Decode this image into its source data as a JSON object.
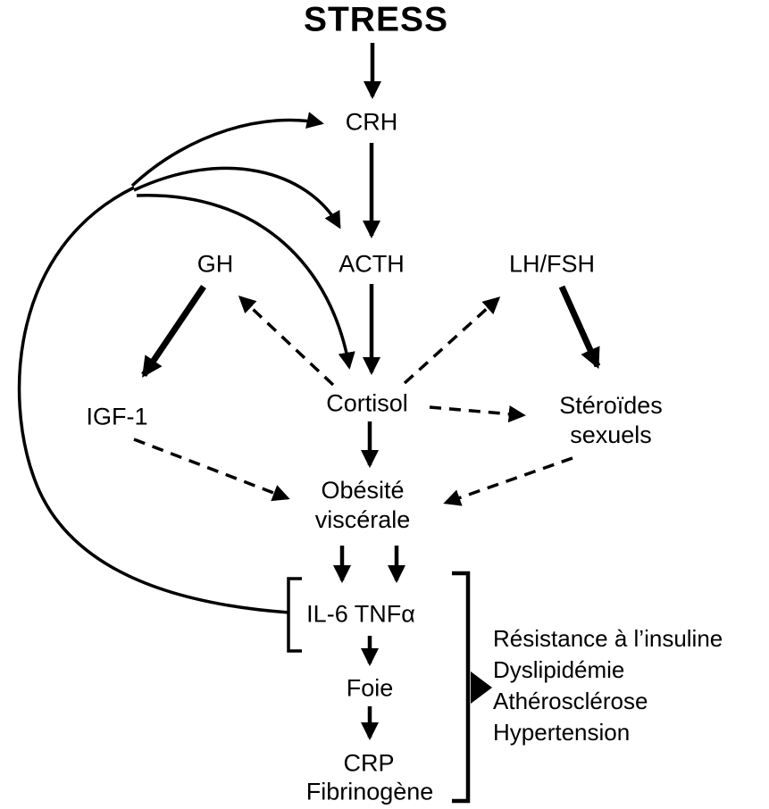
{
  "title": "STRESS",
  "nodes": {
    "crh": "CRH",
    "acth": "ACTH",
    "gh": "GH",
    "lhfsh": "LH/FSH",
    "cortisol": "Cortisol",
    "igf1": "IGF-1",
    "steroides_line1": "Stéroïdes",
    "steroides_line2": "sexuels",
    "obesite_line1": "Obésité",
    "obesite_line2": "viscérale",
    "il6tnf": "IL-6 TNFα",
    "foie": "Foie",
    "crp": "CRP",
    "fibrinogene": "Fibrinogène"
  },
  "outcomes": [
    "Résistance à l’insuline",
    "Dyslipidémie",
    "Athérosclérose",
    "Hypertension"
  ],
  "colors": {
    "ink": "#000000",
    "background": "#ffffff"
  }
}
